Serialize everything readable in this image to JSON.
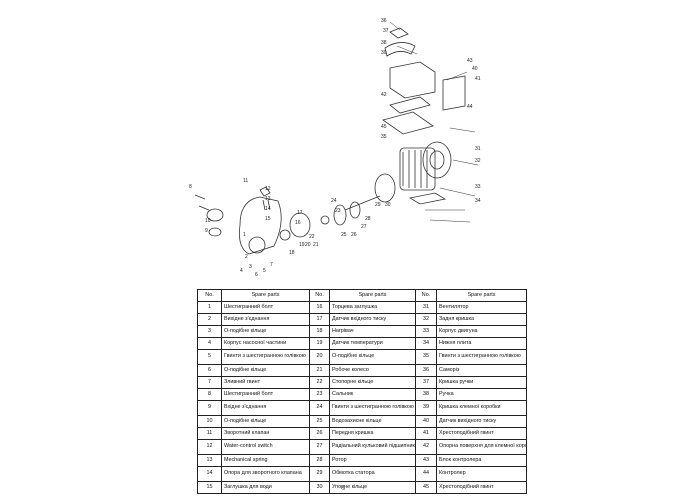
{
  "headers": [
    "No.",
    "Spare parts",
    "No.",
    "Spare parts",
    "No.",
    "Spare parts"
  ],
  "rows": [
    {
      "n1": "1",
      "p1": "Шестигранний болт",
      "n2": "16",
      "p2": "Торцева заглушка",
      "n3": "31",
      "p3": "Вентилятор"
    },
    {
      "n1": "2",
      "p1": "Вихідне з'єднання",
      "n2": "17",
      "p2": "Датчик вхідного тиску",
      "n3": "32",
      "p3": "Задня кришка"
    },
    {
      "n1": "3",
      "p1": "О-подібне кільце",
      "n2": "18",
      "p2": "Нагрівач",
      "n3": "33",
      "p3": "Корпус двигуна"
    },
    {
      "n1": "4",
      "p1": "Корпус насосної частини",
      "n2": "19",
      "p2": "Датчик температури",
      "n3": "34",
      "p3": "Нижня плита"
    },
    {
      "n1": "5",
      "p1": "Гвинти з шестигранною голівкою",
      "n2": "20",
      "p2": "О-подібне кільце",
      "n3": "35",
      "p3": "Гвинти з шестигранною голівкою"
    },
    {
      "n1": "6",
      "p1": "О-подібне кільце",
      "n2": "21",
      "p2": "Робоче колесо",
      "n3": "36",
      "p3": "Саморіз"
    },
    {
      "n1": "7",
      "p1": "Зливний гвинт",
      "n2": "22",
      "p2": "Стопорне кільце",
      "n3": "37",
      "p3": "Кришка ручки"
    },
    {
      "n1": "8",
      "p1": "Шестигранний болт",
      "n2": "23",
      "p2": "Сальник",
      "n3": "38",
      "p3": "Ручка"
    },
    {
      "n1": "9",
      "p1": "Вхідне з'єднання",
      "n2": "24",
      "p2": "Гвинти з шестигранною голівкою",
      "n3": "39",
      "p3": "Кришка клемної коробки"
    },
    {
      "n1": "10",
      "p1": "О-подібне кільце",
      "n2": "25",
      "p2": "Водозахисне кільце",
      "n3": "40",
      "p3": "Датчик вихідного тиску"
    },
    {
      "n1": "11",
      "p1": "Зворотний клапан",
      "n2": "26",
      "p2": "Передня кришка",
      "n3": "41",
      "p3": "Хрестоподібний гвинт"
    },
    {
      "n1": "12",
      "p1": "Water-control switch",
      "n2": "27",
      "p2": "Радіальний кульковий підшипник",
      "n3": "42",
      "p3": "Опорна поверхня для клемної коробки"
    },
    {
      "n1": "13",
      "p1": "Mechanical spring",
      "n2": "28",
      "p2": "Ротор",
      "n3": "43",
      "p3": "Блок контролера"
    },
    {
      "n1": "14",
      "p1": "Опора для зворотного клапана",
      "n2": "29",
      "p2": "Обмотка статора",
      "n3": "44",
      "p3": "Контролер"
    },
    {
      "n1": "15",
      "p1": "Заглушка для води",
      "n2": "30",
      "p2": "Упорне кільце",
      "n3": "45",
      "p3": "Хрестоподібний гвинт"
    }
  ],
  "diagram_labels": [
    "36",
    "37",
    "38",
    "39",
    "40",
    "41",
    "42",
    "43",
    "44",
    "45",
    "35",
    "31",
    "32",
    "33",
    "34",
    "8",
    "10",
    "9",
    "11",
    "12",
    "13",
    "14",
    "15",
    "1",
    "2",
    "3",
    "4",
    "5",
    "6",
    "7",
    "16",
    "17",
    "18",
    "19",
    "20",
    "21",
    "22",
    "23",
    "24",
    "25",
    "26",
    "27",
    "28",
    "29",
    "30"
  ],
  "page_number": "9",
  "colors": {
    "line": "#222222",
    "accent_underline": "#cc0000",
    "background": "#ffffff"
  }
}
